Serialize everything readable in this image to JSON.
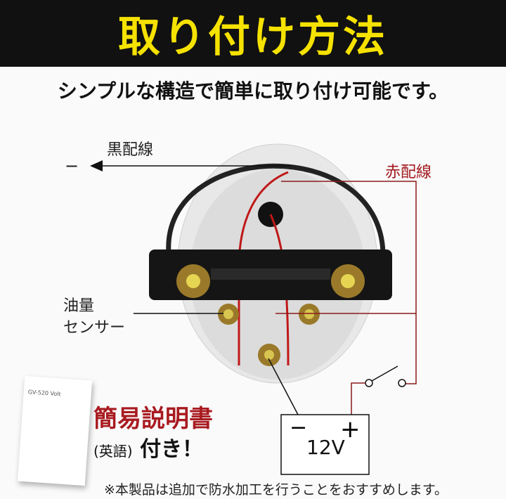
{
  "header": {
    "title": "取り付け方法"
  },
  "subtitle": "シンプルな構造で簡単に取り付け可能です。",
  "labels": {
    "black_wire": "黒配線",
    "minus": "−",
    "red_wire": "赤配線",
    "sensor_line1": "油量",
    "sensor_line2": "センサー",
    "battery_minus": "−",
    "battery_plus": "+",
    "battery_voltage": "12V"
  },
  "manual": {
    "cover_text": "GV-520  Volt",
    "title": "簡易説明書",
    "lang": "(英語)",
    "suffix": "付き！"
  },
  "footnote": "※本製品は追加で防水加工を行うことをおすすめします。",
  "colors": {
    "header_bg": "#111111",
    "header_text": "#f6e200",
    "accent_red": "#a81b20"
  }
}
